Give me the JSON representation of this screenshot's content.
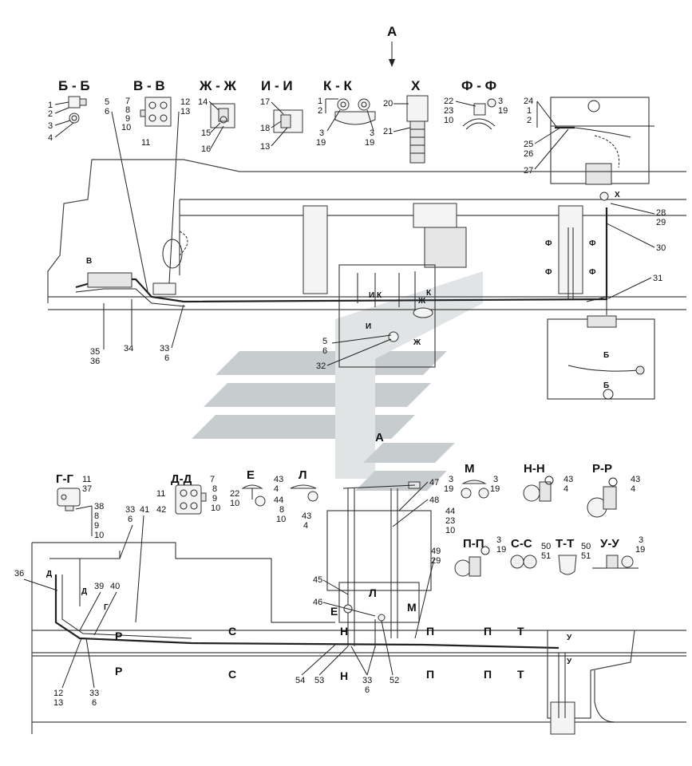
{
  "view_marker": "А",
  "sections": {
    "bb": "Б - Б",
    "vv": "В - В",
    "zhzh": "Ж - Ж",
    "ii": "И - И",
    "kk": "К - К",
    "x": "Х",
    "ff": "Ф - Ф",
    "a": "А",
    "gg": "Г-Г",
    "dd": "Д-Д",
    "e": "Е",
    "l": "Л",
    "m": "М",
    "nn": "Н-Н",
    "rr": "Р-Р",
    "pp": "П-П",
    "ss": "С-С",
    "tt": "Т-Т",
    "uu": "У-У"
  },
  "callouts": {
    "bb": [
      "1",
      "2",
      "3",
      "4"
    ],
    "vv": [
      "7",
      "8",
      "9",
      "10",
      "11",
      "5",
      "6",
      "12",
      "13"
    ],
    "zhzh": [
      "14",
      "15",
      "16"
    ],
    "ii": [
      "17",
      "18",
      "13"
    ],
    "kk": [
      "1",
      "2",
      "3",
      "19",
      "3",
      "19"
    ],
    "x": [
      "20",
      "21"
    ],
    "ff": [
      "22",
      "23",
      "10",
      "3",
      "19"
    ],
    "tank_top": [
      "24",
      "1",
      "2",
      "25",
      "26",
      "27"
    ],
    "main": [
      "28",
      "29",
      "30",
      "31",
      "35",
      "36",
      "34",
      "33",
      "6",
      "5",
      "6",
      "32"
    ],
    "gg": [
      "11",
      "37",
      "38",
      "8",
      "9",
      "10"
    ],
    "dd": [
      "11",
      "42",
      "7",
      "8",
      "9",
      "10"
    ],
    "e": [
      "22",
      "10"
    ],
    "l": [
      "43",
      "4",
      "44",
      "8",
      "10",
      "43",
      "4"
    ],
    "m": [
      "3",
      "19",
      "3",
      "19",
      "44",
      "23",
      "10"
    ],
    "nn": [
      "43",
      "4"
    ],
    "rr": [
      "43",
      "4"
    ],
    "pp": [
      "3",
      "19"
    ],
    "ss": [
      "50",
      "51"
    ],
    "tt": [
      "50",
      "51"
    ],
    "uu": [
      "3",
      "19"
    ],
    "lower": [
      "33",
      "6",
      "41",
      "47",
      "48",
      "36",
      "39",
      "40",
      "49",
      "29",
      "45",
      "46",
      "12",
      "13",
      "33",
      "6",
      "54",
      "53",
      "33",
      "6",
      "52"
    ]
  },
  "markers": {
    "upper": [
      "В",
      "К",
      "К",
      "И",
      "Ж",
      "И",
      "Ж",
      "Ф",
      "Ф",
      "Ф",
      "Ф",
      "Х",
      "Б",
      "Б"
    ],
    "lower": [
      "Д",
      "Д",
      "Г",
      "Р",
      "Р",
      "С",
      "С",
      "Е",
      "Л",
      "Н",
      "Н",
      "М",
      "П",
      "П",
      "П",
      "П",
      "Т",
      "Т",
      "У",
      "У"
    ]
  },
  "colors": {
    "ink": "#222222",
    "watermark": "#9aa3a8",
    "watermark_light": "#c8ced1"
  }
}
